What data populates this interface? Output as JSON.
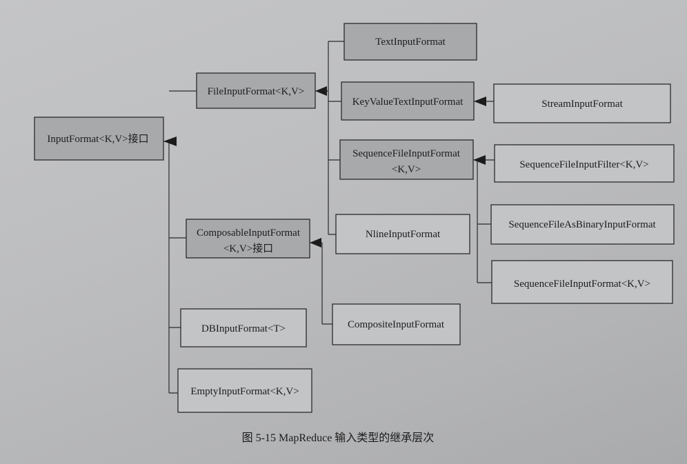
{
  "diagram": {
    "nodes": {
      "input_format": "InputFormat<K,V>接口",
      "file_input_format": "FileInputFormat<K,V>",
      "text_input_format": "TextInputFormat",
      "key_value_text_input_format": "KeyValueTextInputFormat",
      "stream_input_format": "StreamInputFormat",
      "sequence_file_input_format_l1": "SequenceFileInputFormat",
      "sequence_file_input_format_l2": "<K,V>",
      "sequence_file_input_filter": "SequenceFileInputFilter<K,V>",
      "sequence_file_as_binary_input_format": "SequenceFileAsBinaryInputFormat",
      "sequence_file_input_format_child": "SequenceFileInputFormat<K,V>",
      "nline_input_format": "NlineInputFormat",
      "composable_input_format_l1": "ComposableInputFormat",
      "composable_input_format_l2": "<K,V>接口",
      "composite_input_format": "CompositeInputFormat",
      "db_input_format": "DBInputFormat<T>",
      "empty_input_format": "EmptyInputFormat<K,V>"
    },
    "caption": "图 5-15    MapReduce 输入类型的继承层次"
  }
}
